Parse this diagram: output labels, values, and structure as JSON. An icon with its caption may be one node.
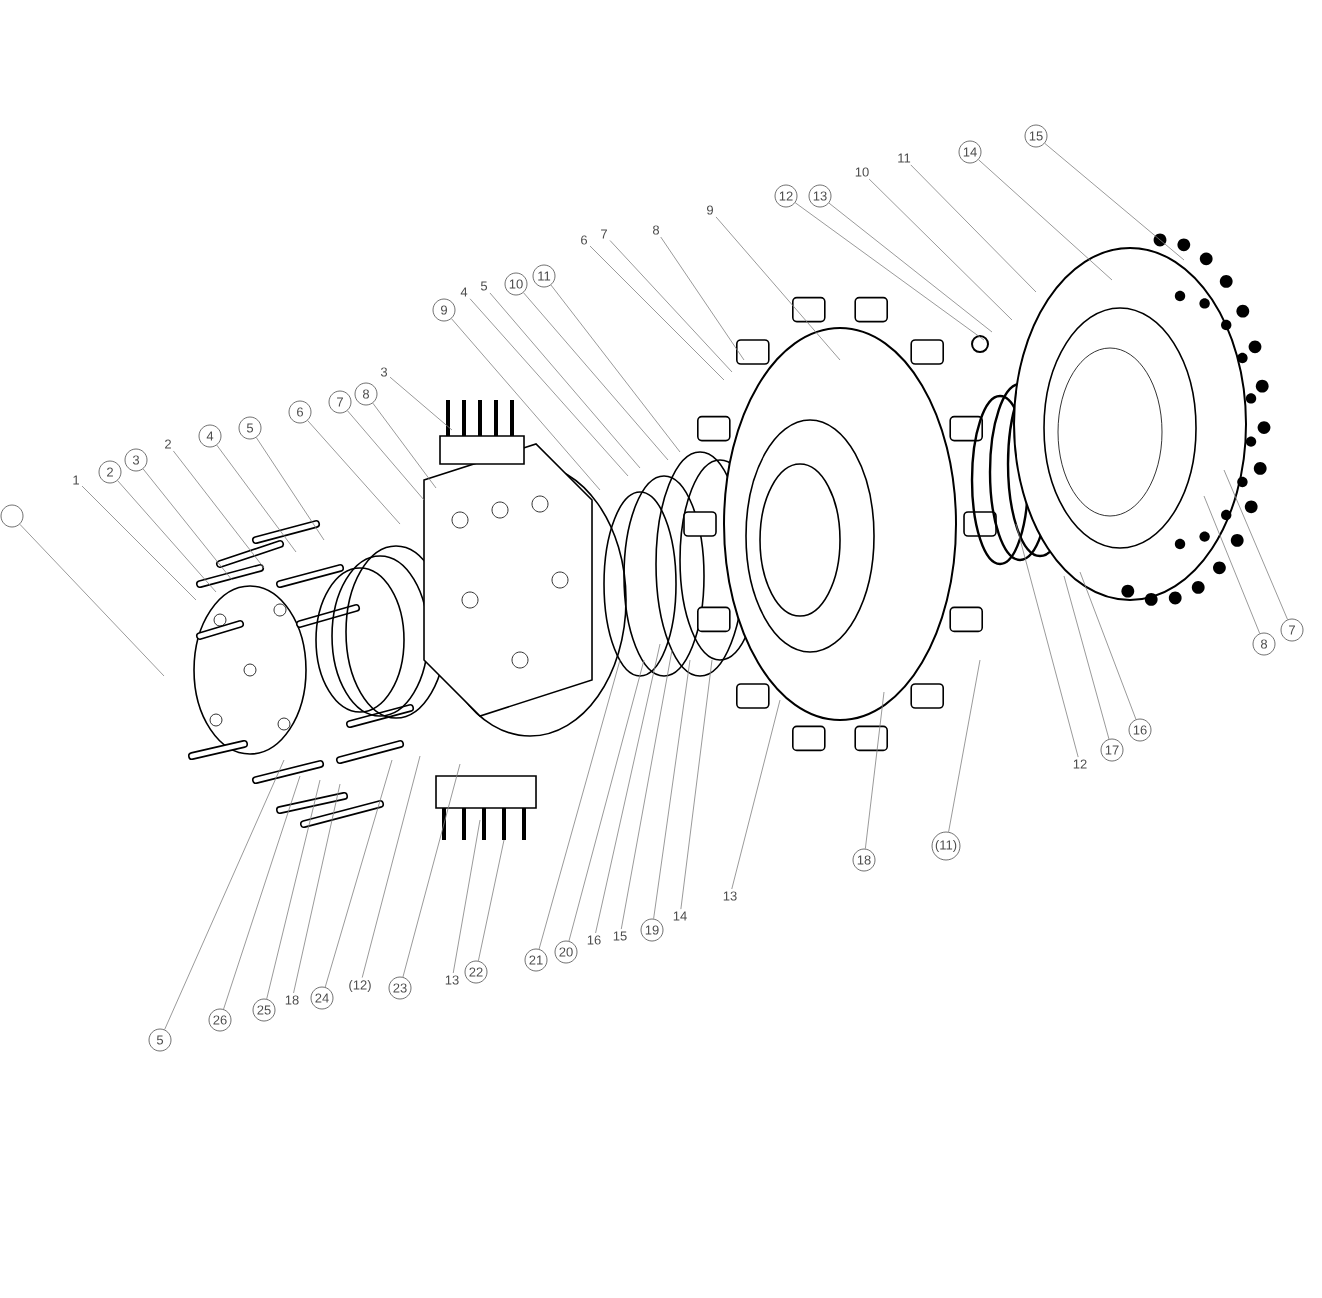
{
  "diagram": {
    "nodes": [
      {
        "text": [],
        "shape": "circle"
      },
      {
        "text": [
          "1"
        ]
      },
      {
        "text": [
          "2"
        ]
      },
      {
        "text": [
          "3"
        ]
      },
      {
        "text": [
          "2"
        ]
      },
      {
        "text": [
          "4"
        ]
      },
      {
        "text": [
          "5"
        ]
      },
      {
        "text": [
          "6"
        ]
      },
      {
        "text": [
          "7"
        ]
      },
      {
        "text": [
          "8"
        ]
      },
      {
        "text": [
          "3"
        ]
      },
      {
        "text": [
          "9"
        ]
      },
      {
        "text": [
          "4"
        ]
      },
      {
        "text": [
          "5"
        ]
      },
      {
        "text": [
          "10"
        ]
      },
      {
        "text": [
          "11"
        ]
      },
      {
        "text": [
          "6"
        ]
      },
      {
        "text": [
          "7"
        ]
      },
      {
        "text": [
          "8"
        ]
      },
      {
        "text": [
          "9"
        ]
      },
      {
        "text": [
          "12"
        ]
      },
      {
        "text": [
          "13"
        ]
      },
      {
        "text": [
          "10"
        ]
      },
      {
        "text": [
          "11"
        ]
      },
      {
        "text": [
          "14"
        ]
      },
      {
        "text": [
          "15"
        ]
      },
      {
        "text": [
          "7"
        ]
      },
      {
        "text": [
          "8"
        ]
      },
      {
        "text": [
          "16"
        ]
      },
      {
        "text": [
          "17"
        ]
      },
      {
        "text": [
          "12"
        ]
      },
      {
        "text": [
          "(11)"
        ]
      },
      {
        "text": [
          "18"
        ]
      },
      {
        "text": [
          "13"
        ]
      },
      {
        "text": [
          "14"
        ]
      },
      {
        "text": [
          "19"
        ]
      },
      {
        "text": [
          "15"
        ]
      },
      {
        "text": [
          "16"
        ]
      },
      {
        "text": [
          "20"
        ]
      },
      {
        "text": [
          "21"
        ]
      },
      {
        "text": [
          "22"
        ]
      },
      {
        "text": [
          "13"
        ]
      },
      {
        "text": [
          "23"
        ]
      },
      {
        "text": [
          "(12)"
        ]
      },
      {
        "text": [
          "24"
        ]
      },
      {
        "text": [
          "18"
        ]
      },
      {
        "text": [
          "25"
        ]
      },
      {
        "text": [
          "26"
        ]
      },
      {
        "text": [
          "5"
        ]
      }
    ],
    "edges": [
      {
        "from": 0,
        "to": null,
        "arrow": "none"
      },
      {
        "from": 1,
        "to": null,
        "arrow": "none"
      },
      {
        "from": 2,
        "to": null,
        "arrow": "none"
      },
      {
        "from": 3,
        "to": null,
        "arrow": "none"
      },
      {
        "from": 4,
        "to": null,
        "arrow": "none"
      },
      {
        "from": 5,
        "to": null,
        "arrow": "none"
      },
      {
        "from": 6,
        "to": null,
        "arrow": "none"
      },
      {
        "from": 7,
        "to": null,
        "arrow": "none"
      },
      {
        "from": 8,
        "to": null,
        "arrow": "none"
      },
      {
        "from": 9,
        "to": null,
        "arrow": "none"
      },
      {
        "from": 10,
        "to": null,
        "arrow": "none"
      },
      {
        "from": 11,
        "to": null,
        "arrow": "none"
      },
      {
        "from": 12,
        "to": null,
        "arrow": "none"
      },
      {
        "from": 13,
        "to": null,
        "arrow": "none"
      },
      {
        "from": 14,
        "to": null,
        "arrow": "none"
      },
      {
        "from": 15,
        "to": null,
        "arrow": "none"
      },
      {
        "from": 16,
        "to": null,
        "arrow": "none"
      },
      {
        "from": 17,
        "to": null,
        "arrow": "none"
      },
      {
        "from": 18,
        "to": null,
        "arrow": "none"
      },
      {
        "from": 19,
        "to": null,
        "arrow": "none"
      },
      {
        "from": 20,
        "to": null,
        "arrow": "none"
      },
      {
        "from": 21,
        "to": null,
        "arrow": "none"
      },
      {
        "from": 22,
        "to": null,
        "arrow": "none"
      },
      {
        "from": 23,
        "to": null,
        "arrow": "none"
      },
      {
        "from": 24,
        "to": null,
        "arrow": "none"
      },
      {
        "from": 25,
        "to": null,
        "arrow": "none"
      },
      {
        "from": 26,
        "to": null,
        "arrow": "none"
      },
      {
        "from": 27,
        "to": null,
        "arrow": "none"
      },
      {
        "from": 28,
        "to": null,
        "arrow": "none"
      },
      {
        "from": 29,
        "to": null,
        "arrow": "none"
      },
      {
        "from": 30,
        "to": null,
        "arrow": "none"
      },
      {
        "from": 31,
        "to": null,
        "arrow": "none"
      },
      {
        "from": 32,
        "to": null,
        "arrow": "none"
      },
      {
        "from": 33,
        "to": null,
        "arrow": "none"
      },
      {
        "from": 34,
        "to": null,
        "arrow": "none"
      },
      {
        "from": 35,
        "to": null,
        "arrow": "none"
      },
      {
        "from": 36,
        "to": null,
        "arrow": "none"
      },
      {
        "from": 37,
        "to": null,
        "arrow": "none"
      },
      {
        "from": 38,
        "to": null,
        "arrow": "none"
      },
      {
        "from": 39,
        "to": null,
        "arrow": "none"
      },
      {
        "from": 40,
        "to": null,
        "arrow": "none"
      },
      {
        "from": 41,
        "to": null,
        "arrow": "none"
      },
      {
        "from": 42,
        "to": null,
        "arrow": "none"
      },
      {
        "from": 43,
        "to": null,
        "arrow": "none"
      },
      {
        "from": 44,
        "to": null,
        "arrow": "none"
      },
      {
        "from": 45,
        "to": null,
        "arrow": "none"
      },
      {
        "from": 46,
        "to": null,
        "arrow": "none"
      },
      {
        "from": 47,
        "to": null,
        "arrow": "none"
      },
      {
        "from": 48,
        "to": null,
        "arrow": "none"
      }
    ]
  }
}
